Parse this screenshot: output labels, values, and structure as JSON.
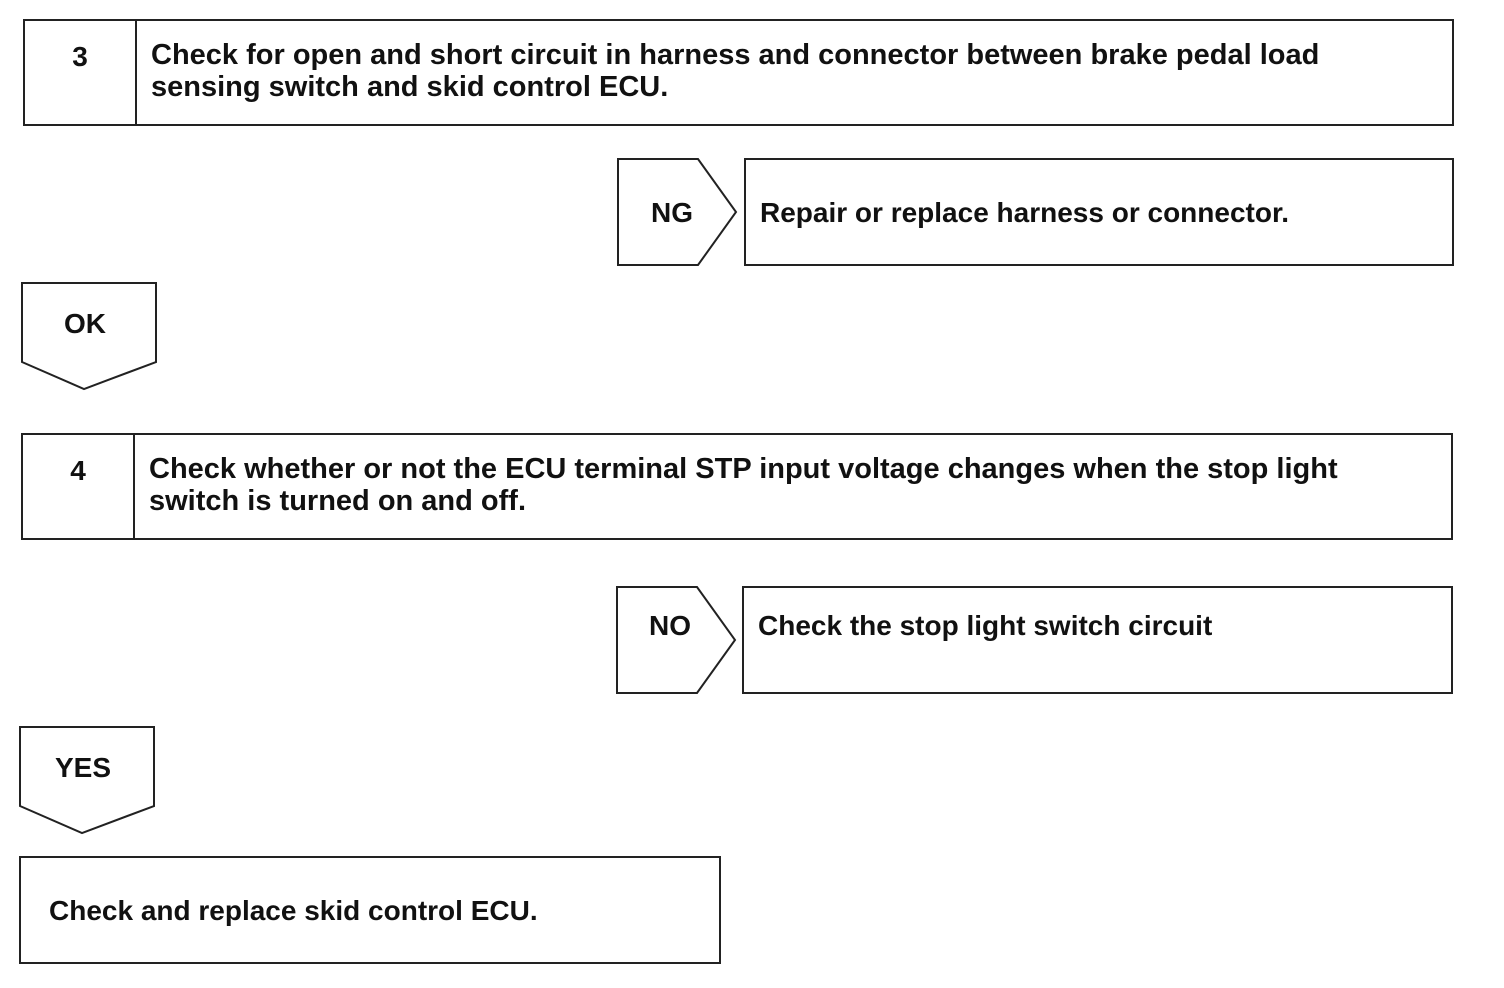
{
  "steps": [
    {
      "number": "3",
      "text": "Check for open and short circuit in harness and connector between brake pedal load sensing switch and skid control ECU."
    },
    {
      "number": "4",
      "text": "Check whether or not the ECU terminal STP input voltage changes when the stop light switch is turned on and off."
    }
  ],
  "branches": [
    {
      "label": "NG",
      "action": "Repair or replace harness or connector."
    },
    {
      "label": "NO",
      "action": "Check the stop light switch circuit"
    }
  ],
  "continue_labels": [
    "OK",
    "YES"
  ],
  "final_action": "Check and replace skid control ECU.",
  "colors": {
    "line": "#222222",
    "text": "#111111",
    "background": "#ffffff"
  }
}
